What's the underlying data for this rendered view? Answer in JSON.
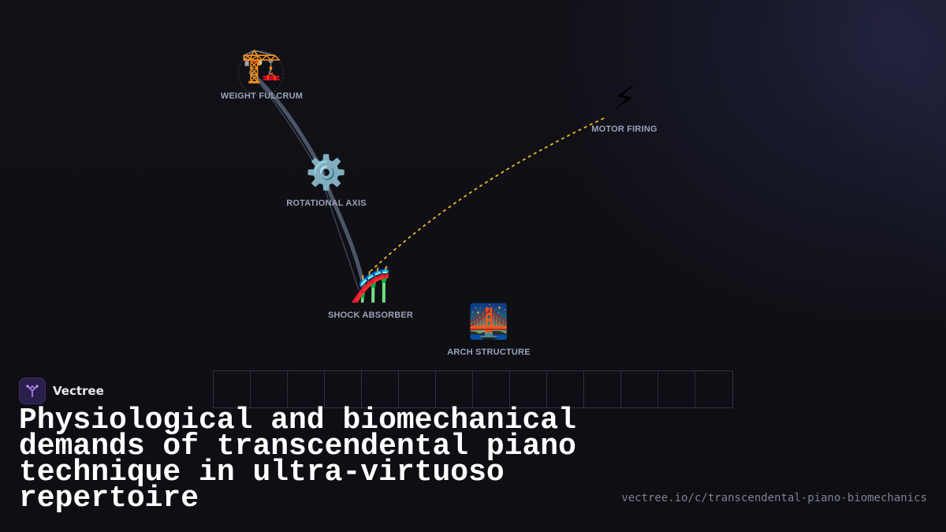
{
  "brand": {
    "name": "Vectree",
    "logo_icon": "branching-tree-icon"
  },
  "title": "Physiological and biomechanical demands of transcendental piano technique in ultra-virtuoso repertoire",
  "url": "vectree.io/c/transcendental-piano-biomechanics",
  "diagram": {
    "nodes": [
      {
        "id": "weight-fulcrum",
        "label": "WEIGHT FULCRUM",
        "glyph": "🏗️",
        "icon": "crane-icon"
      },
      {
        "id": "rotational-axis",
        "label": "ROTATIONAL AXIS",
        "glyph": "⚙️",
        "icon": "gear-icon"
      },
      {
        "id": "shock-absorber",
        "label": "SHOCK ABSORBER",
        "glyph": "🎢",
        "icon": "roller-coaster-icon"
      },
      {
        "id": "motor-firing",
        "label": "MOTOR FIRING",
        "glyph": "⚡",
        "icon": "lightning-icon"
      },
      {
        "id": "arch-structure",
        "label": "ARCH STRUCTURE",
        "glyph": "🌉",
        "icon": "bridge-at-night-icon"
      }
    ],
    "links": [
      {
        "from": "weight-fulcrum",
        "to": "rotational-axis",
        "style": "solid"
      },
      {
        "from": "rotational-axis",
        "to": "shock-absorber",
        "style": "solid"
      },
      {
        "from": "motor-firing",
        "to": "shock-absorber",
        "style": "dashed"
      }
    ],
    "colors": {
      "solid_link": "#4a5568",
      "dashed_link": "#f0b429",
      "label": "#9aa3b8"
    }
  }
}
